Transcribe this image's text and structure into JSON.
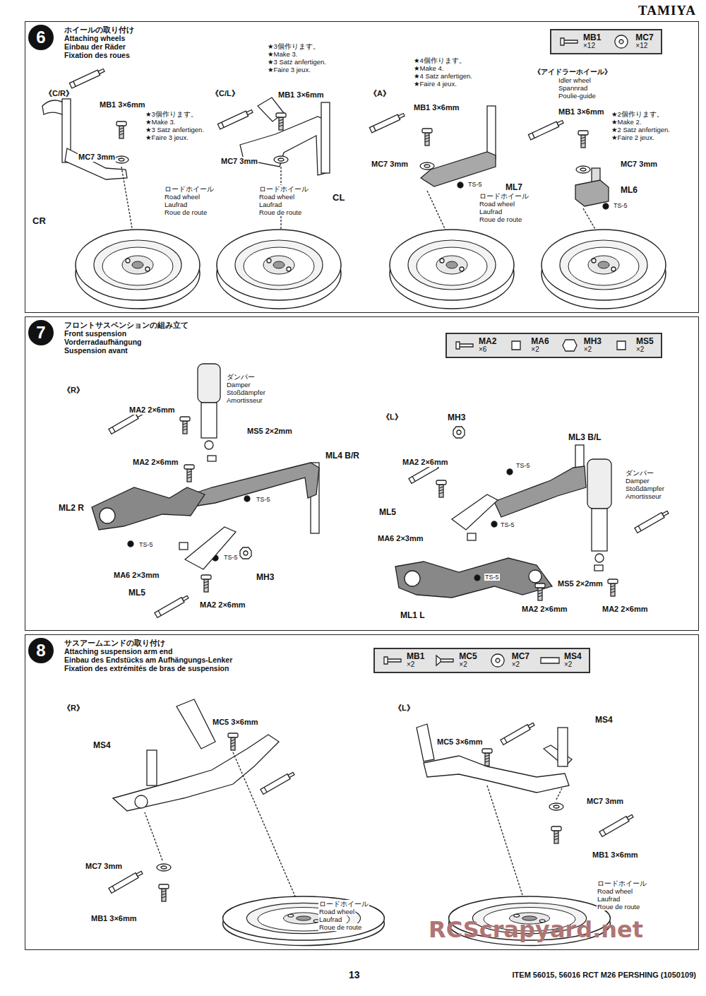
{
  "diagram": {
    "title": "TAMIYA",
    "caption": "ITEM 56015, 56016 RCT M26 PERSHING (1050109)",
    "nodes": [
      {
        "text": [
          "ホイールの取り付け",
          "Attaching wheels",
          "Einbau der Räder",
          "Fixation des roues"
        ]
      },
      {
        "text": [
          "6"
        ],
        "in": 0
      },
      {
        "text": [
          "MB1",
          "×12",
          "MC7",
          "×12"
        ],
        "in": 0
      },
      {
        "text": [
          "フロントサスペンションの組み立て",
          "Front suspension",
          "Vorderradaufhängung",
          "Suspension avant"
        ]
      },
      {
        "text": [
          "7"
        ],
        "in": 3
      },
      {
        "text": [
          "MA2",
          "×6",
          "MA6",
          "×2",
          "MH3",
          "×2",
          "MS5",
          "×2"
        ],
        "in": 3
      },
      {
        "text": [
          "サスアームエンドの取り付け",
          "Attaching suspension arm end",
          "Einbau des Endstücks am Aufhängungs-Lenker",
          "Fixation des extrémités de bras de suspension"
        ]
      },
      {
        "text": [
          "8"
        ],
        "in": 6
      },
      {
        "text": [
          "MB1",
          "×2",
          "MC5",
          "×2",
          "MC7",
          "×2",
          "MS4",
          "×2"
        ],
        "in": 6
      }
    ],
    "labels": [
      "《C/R》",
      "MB1 3×6mm",
      "★3個作ります。",
      "★Make 3.",
      "★3 Satz anfertigen.",
      "★Faire 3 jeux.",
      "MC7 3mm",
      "CR",
      "ロードホイール",
      "Road wheel",
      "Laufrad",
      "Roue de route",
      "《C/L》",
      "★3個作ります。",
      "★Make 3.",
      "★3 Satz anfertigen.",
      "★Faire 3 jeux.",
      "MB1 3×6mm",
      "MC7 3mm",
      "CL",
      "ロードホイール",
      "Road wheel",
      "Laufrad",
      "Roue de route",
      "《A》",
      "★4個作ります。",
      "★Make 4.",
      "★4 Satz anfertigen.",
      "★Faire 4 jeux.",
      "MB1 3×6mm",
      "MC7 3mm",
      "ML7",
      "TS-5",
      "ロードホイール",
      "Road wheel",
      "Laufrad",
      "Roue de route",
      "《アイドラーホイール》",
      "Idler wheel",
      "Spannrad",
      "Poulie-guide",
      "MB1 3×6mm",
      "★2個作ります。",
      "★Make 2.",
      "★2 Satz anfertigen.",
      "★Faire 2 jeux.",
      "MC7 3mm",
      "ML6",
      "TS-5",
      "《R》",
      "MA2 2×6mm",
      "ダンパー",
      "Damper",
      "Stoßdämpfer",
      "Amortisseur",
      "MS5 2×2mm",
      "ML4 B/R",
      "MA2 2×6mm",
      "ML2 R",
      "TS-5",
      "TS-5",
      "TS-5",
      "MA6 2×3mm",
      "ML5",
      "MA2 2×6mm",
      "MH3",
      "《L》",
      "MH3",
      "ML3 B/L",
      "TS-5",
      "MA2 2×6mm",
      "ダンパー",
      "Damper",
      "Stoßdämpfer",
      "Amortisseur",
      "TS-5",
      "ML5",
      "MA6 2×3mm",
      "TS-5",
      "ML1 L",
      "MS5 2×2mm",
      "MA2 2×6mm",
      "MA2 2×6mm",
      "《R》",
      "MC5 3×6mm",
      "MS4",
      "MC7 3mm",
      "MB1 3×6mm",
      "ロードホイール",
      "Road wheel",
      "Laufrad",
      "Roue de route",
      "《L》",
      "MS4",
      "MC5 3×6mm",
      "MC7 3mm",
      "MB1 3×6mm",
      "ロードホイール",
      "Road wheel",
      "Laufrad",
      "Roue de route",
      "13",
      "RCScrapyard.net"
    ]
  }
}
